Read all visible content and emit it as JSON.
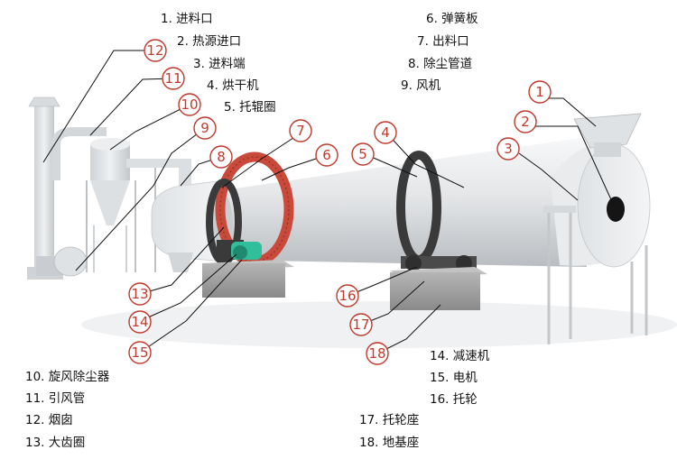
{
  "legend": {
    "item1": "1. 进料口",
    "item2": "2. 热源进口",
    "item3": "3. 进料端",
    "item4": "4. 烘干机",
    "item5": "5. 托辊圈",
    "item6": "6. 弹簧板",
    "item7": "7. 出料口",
    "item8": "8. 除尘管道",
    "item9": "9. 风机",
    "item10": "10. 旋风除尘器",
    "item11": "11. 引风管",
    "item12": "12. 烟囱",
    "item13": "13. 大齿圈",
    "item14": "14. 减速机",
    "item15": "15. 电机",
    "item16": "16. 托轮",
    "item17": "17. 托轮座",
    "item18": "18. 地基座"
  },
  "callouts": {
    "c1": "1",
    "c2": "2",
    "c3": "3",
    "c4": "4",
    "c5": "5",
    "c6": "6",
    "c7": "7",
    "c8": "8",
    "c9": "9",
    "c10": "10",
    "c11": "11",
    "c12": "12",
    "c13": "13",
    "c14": "14",
    "c15": "15",
    "c16": "16",
    "c17": "17",
    "c18": "18"
  },
  "colors": {
    "callout": "#c0392b",
    "drum": "#e6e8ea",
    "ring": "#3a3a3a",
    "gear": "#c94a3a",
    "motor": "#2fbf9a",
    "base": "#9a9a9a"
  }
}
